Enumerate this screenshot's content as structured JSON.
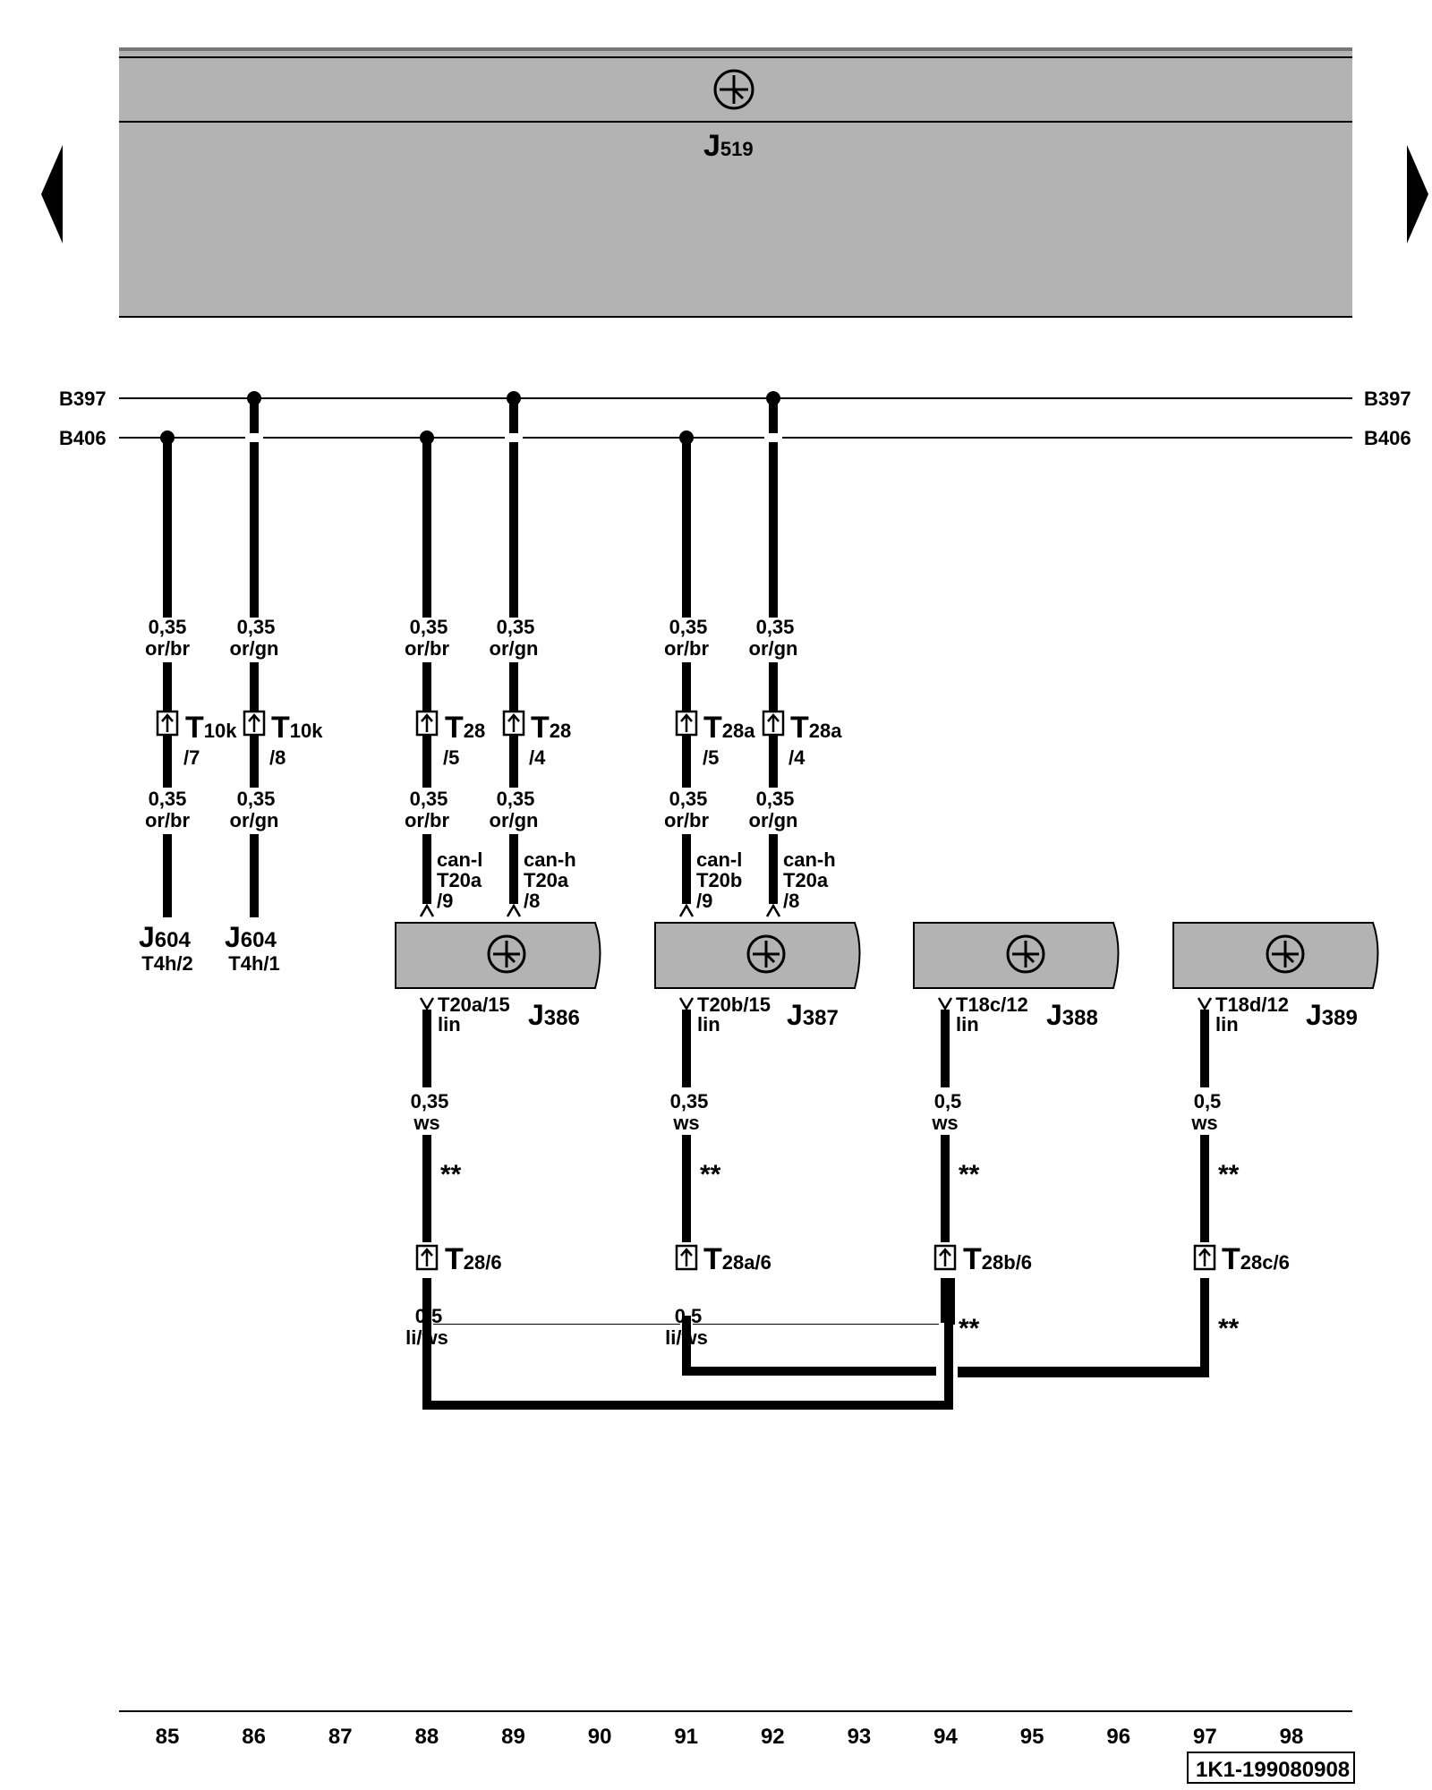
{
  "header": {
    "module_main": "J",
    "module_sub": "519",
    "nav_left": "previous-page",
    "nav_right": "next-page"
  },
  "buses": [
    {
      "name": "B397"
    },
    {
      "name": "B406"
    }
  ],
  "wires_upper": [
    {
      "top": "0,35",
      "top2": "or/br",
      "conn_main": "T",
      "conn_sub": "10k",
      "pin": "/7",
      "bot": "0,35",
      "bot2": "or/br",
      "sig": "",
      "sig2": "",
      "sig3": "",
      "end_main": "J",
      "end_sub": "604",
      "end_pin": "T4h/2"
    },
    {
      "top": "0,35",
      "top2": "or/gn",
      "conn_main": "T",
      "conn_sub": "10k",
      "pin": "/8",
      "bot": "0,35",
      "bot2": "or/gn",
      "sig": "",
      "sig2": "",
      "sig3": "",
      "end_main": "J",
      "end_sub": "604",
      "end_pin": "T4h/1"
    },
    {
      "top": "0,35",
      "top2": "or/br",
      "conn_main": "T",
      "conn_sub": "28",
      "pin": "/5",
      "bot": "0,35",
      "bot2": "or/br",
      "sig": "can-l",
      "sig2": "T20a",
      "sig3": "/9",
      "end_main": "",
      "end_sub": "",
      "end_pin": ""
    },
    {
      "top": "0,35",
      "top2": "or/gn",
      "conn_main": "T",
      "conn_sub": "28",
      "pin": "/4",
      "bot": "0,35",
      "bot2": "or/gn",
      "sig": "can-h",
      "sig2": "T20a",
      "sig3": "/8",
      "end_main": "",
      "end_sub": "",
      "end_pin": ""
    },
    {
      "top": "0,35",
      "top2": "or/br",
      "conn_main": "T",
      "conn_sub": "28a",
      "pin": "/5",
      "bot": "0,35",
      "bot2": "or/br",
      "sig": "can-l",
      "sig2": "T20b",
      "sig3": "/9",
      "end_main": "",
      "end_sub": "",
      "end_pin": ""
    },
    {
      "top": "0,35",
      "top2": "or/gn",
      "conn_main": "T",
      "conn_sub": "28a",
      "pin": "/4",
      "bot": "0,35",
      "bot2": "or/gn",
      "sig": "can-h",
      "sig2": "T20a",
      "sig3": "/8",
      "end_main": "",
      "end_sub": "",
      "end_pin": ""
    }
  ],
  "modules": [
    {
      "pin": "T20a/15",
      "pin2": "lin",
      "main": "J",
      "sub": "386"
    },
    {
      "pin": "T20b/15",
      "pin2": "lin",
      "main": "J",
      "sub": "387"
    },
    {
      "pin": "T18c/12",
      "pin2": "lin",
      "main": "J",
      "sub": "388"
    },
    {
      "pin": "T18d/12",
      "pin2": "lin",
      "main": "J",
      "sub": "389"
    }
  ],
  "lin_wires": [
    {
      "top": "0,35",
      "top2": "ws",
      "ast": "**",
      "conn_main": "T",
      "conn_sub": "28/6",
      "bot": "0,5",
      "bot2": "li/ws",
      "ast2": ""
    },
    {
      "top": "0,35",
      "top2": "ws",
      "ast": "**",
      "conn_main": "T",
      "conn_sub": "28a/6",
      "bot": "0,5",
      "bot2": "li/ws",
      "ast2": ""
    },
    {
      "top": "0,5",
      "top2": "ws",
      "ast": "**",
      "conn_main": "T",
      "conn_sub": "28b/6",
      "bot": "",
      "bot2": "",
      "ast2": "**"
    },
    {
      "top": "0,5",
      "top2": "ws",
      "ast": "**",
      "conn_main": "T",
      "conn_sub": "28c/6",
      "bot": "",
      "bot2": "",
      "ast2": "**"
    }
  ],
  "footer": {
    "scale": [
      "85",
      "86",
      "87",
      "88",
      "89",
      "90",
      "91",
      "92",
      "93",
      "94",
      "95",
      "96",
      "97",
      "98"
    ],
    "doc_id": "1K1-199080908"
  }
}
